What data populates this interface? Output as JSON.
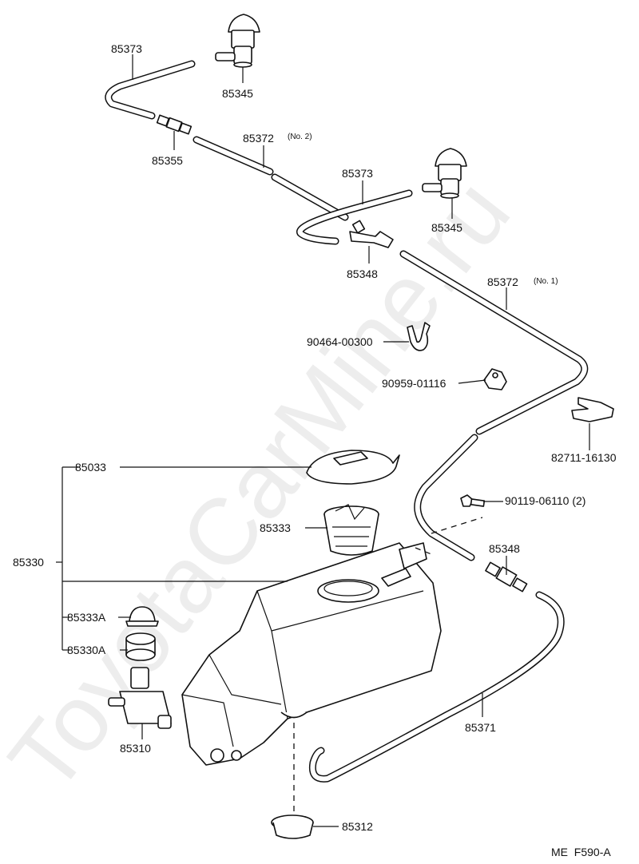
{
  "watermark": "ToyotaCarMine.ru",
  "footer_code": "ME  F590-A",
  "labels": {
    "hose_85373_top": "85373",
    "nozzle_85345_top": "85345",
    "joint_85355": "85355",
    "hose_85372_no2": "85372",
    "hose_85372_no2_note": "(No. 2)",
    "hose_85373_mid": "85373",
    "nozzle_85345_right": "85345",
    "joint_85348_top": "85348",
    "hose_85372_no1": "85372",
    "hose_85372_no1_note": "(No. 1)",
    "clamp_90464": "90464-00300",
    "clip_90959": "90959-01116",
    "bracket_82711": "82711-16130",
    "cap_85033": "85033",
    "bolt_90119": "90119-06110 (2)",
    "strainer_85333": "85333",
    "joint_85348_bottom": "85348",
    "tank_assy_85330": "85330",
    "grommet_85333A": "85333A",
    "grommet_85330A": "85330A",
    "motor_85310": "85310",
    "hose_85371": "85371",
    "plug_85312": "85312"
  }
}
